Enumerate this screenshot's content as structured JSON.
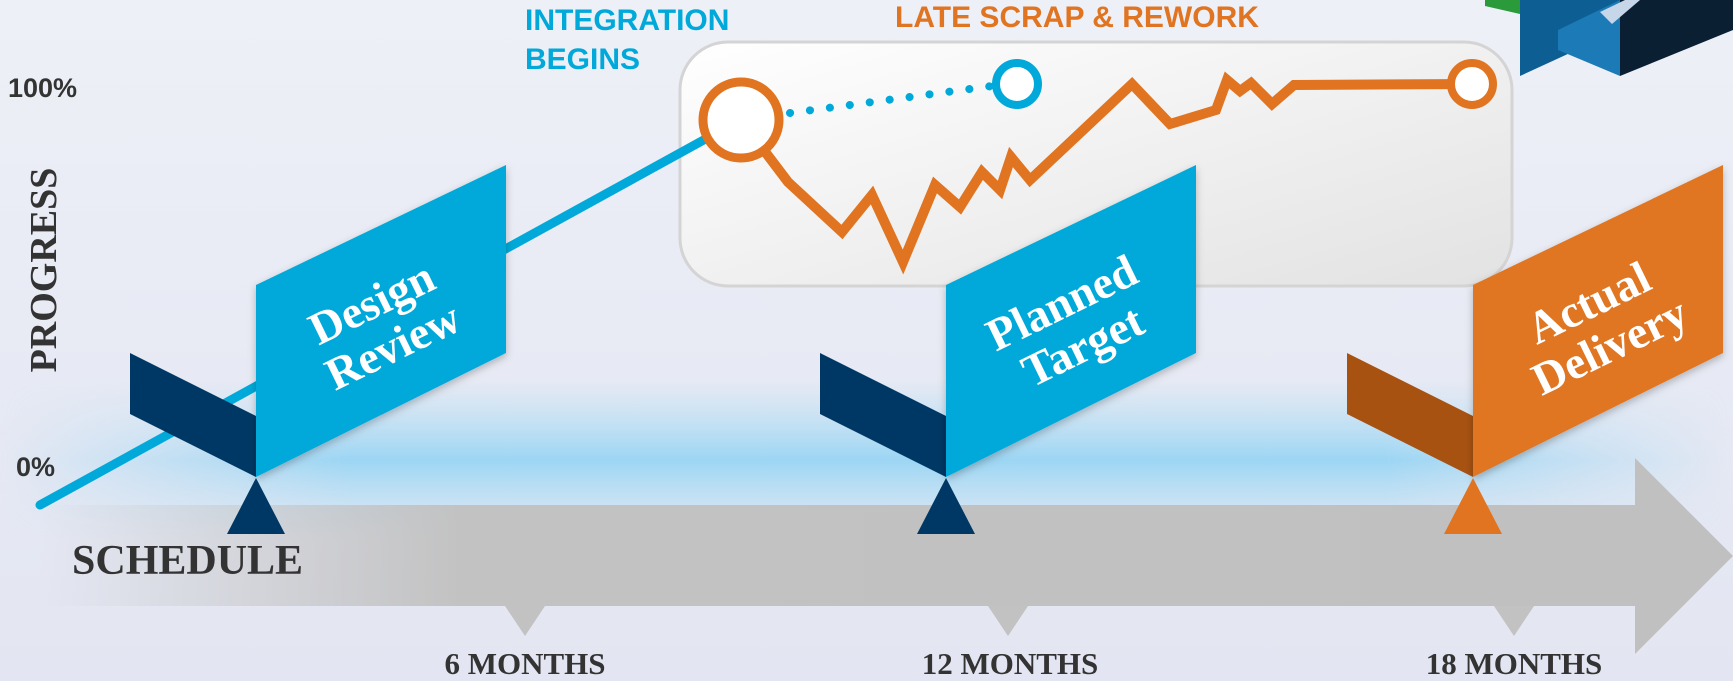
{
  "colors": {
    "cyan": "#00a9d9",
    "orange": "#e07420",
    "navy": "#003865",
    "dark_orange": "#a85212",
    "gray_arrow": "#c4c4c4",
    "text_dark": "#333333"
  },
  "annotations": {
    "integration_line1": "INTEGRATION",
    "integration_line2": "BEGINS",
    "late_scrap": "LATE SCRAP & REWORK"
  },
  "axes": {
    "y_label": "PROGRESS",
    "y_top": "100%",
    "y_bottom": "0%",
    "x_label": "SCHEDULE"
  },
  "milestones": [
    {
      "line1": "Design",
      "line2": "Review",
      "color": "cyan",
      "month_label": "6 MONTHS"
    },
    {
      "line1": "Planned",
      "line2": "Target",
      "color": "cyan",
      "month_label": "12 MONTHS"
    },
    {
      "line1": "Actual",
      "line2": "Delivery",
      "color": "orange",
      "month_label": "18 MONTHS"
    }
  ],
  "icons": [
    "corner-logo-icon"
  ]
}
